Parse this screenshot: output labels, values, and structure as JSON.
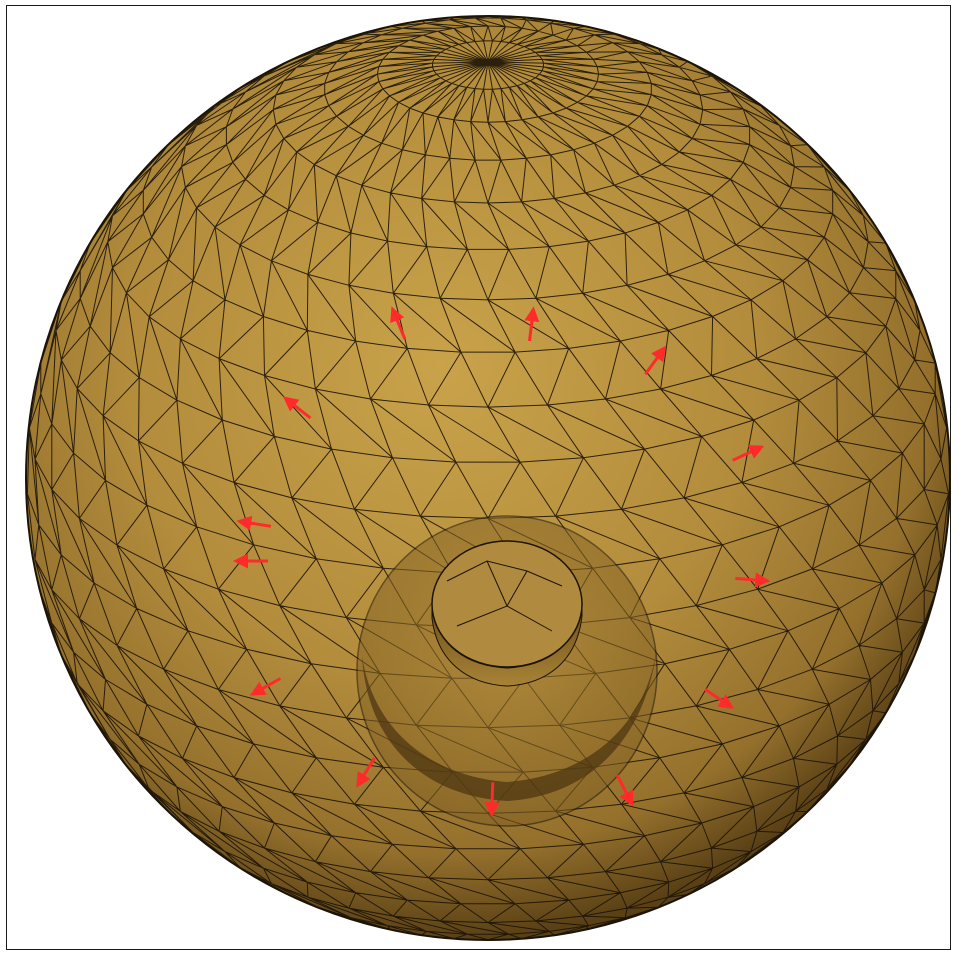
{
  "scene": {
    "object": "sphere-mesh",
    "colors": {
      "background": "#ffffff",
      "frame_border": "#1a1a1a",
      "surface_light": "#c9a24a",
      "surface_mid": "#a17a31",
      "surface_dark": "#5a4015",
      "mesh_line": "#1c1408",
      "arrow": "#ff2a2a"
    },
    "mesh": {
      "wireframe": true,
      "element_shape": "triangle"
    },
    "features": [
      {
        "name": "outer-annular-recess",
        "depth": "shallow"
      },
      {
        "name": "central-circular-boss",
        "depth": "raised"
      }
    ],
    "arrows": {
      "count": 13,
      "direction": "radial-outward-tangent",
      "icon": "arrow-icon"
    }
  }
}
